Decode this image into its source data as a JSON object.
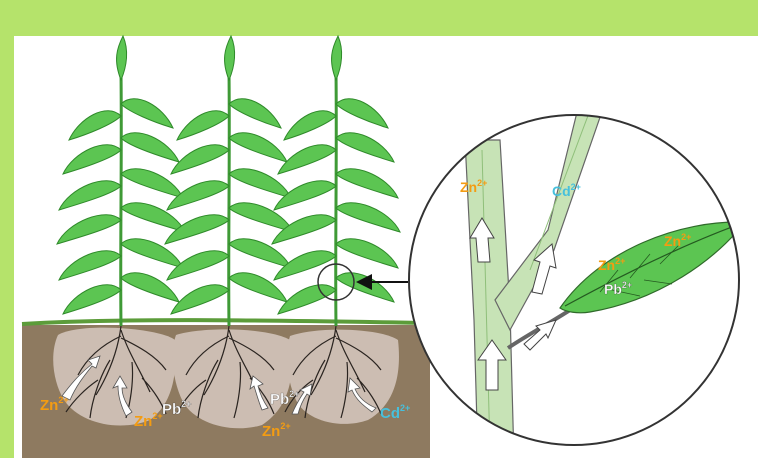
{
  "colors": {
    "background": "#b5e36b",
    "panel": "#ffffff",
    "soil": "#8e7a60",
    "rhizosphere": "#ccbdb2",
    "leaf": "#5cc552",
    "leaf_dark": "#2f8a2a",
    "stem_zoom": "#c7e3b6",
    "zinc": "#f39c12",
    "cadmium": "#47c0dc",
    "lead": "#ffffff"
  },
  "icons": [
    "plant-icon",
    "root-icon",
    "arrow-icon",
    "magnifier-circle-icon"
  ],
  "ions": {
    "zn": {
      "base": "Zn",
      "charge": "2+"
    },
    "pb": {
      "base": "Pb",
      "charge": "2+"
    },
    "cd": {
      "base": "Cd",
      "charge": "2+"
    }
  },
  "soil_labels": [
    {
      "ion": "zn"
    },
    {
      "ion": "zn"
    },
    {
      "ion": "pb"
    },
    {
      "ion": "pb"
    },
    {
      "ion": "zn"
    },
    {
      "ion": "cd"
    }
  ],
  "zoom_labels": [
    {
      "ion": "zn"
    },
    {
      "ion": "cd"
    },
    {
      "ion": "zn"
    },
    {
      "ion": "zn"
    },
    {
      "ion": "pb"
    }
  ]
}
